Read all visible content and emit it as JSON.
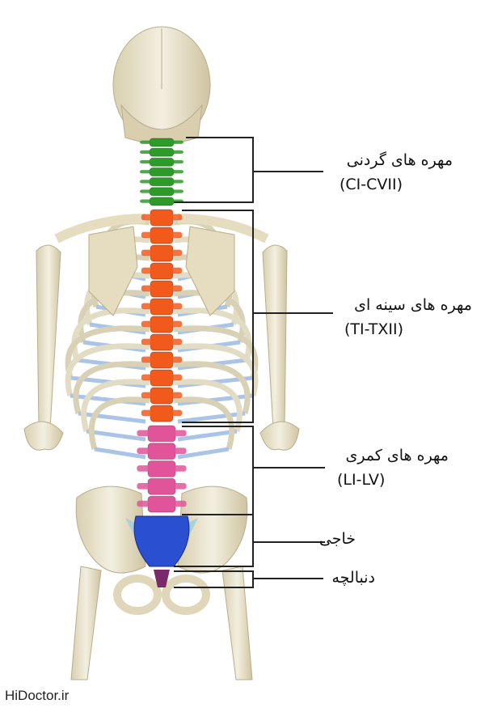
{
  "labels": {
    "cervical": {
      "name": "مهره های گردنی",
      "range": "(CI-CVII)"
    },
    "thoracic": {
      "name": "مهره های سینه ای",
      "range": "(TI-TXII)"
    },
    "lumbar": {
      "name": "مهره های کمری",
      "range": "(LI-LV)"
    },
    "sacrum": {
      "name": "خاجی"
    },
    "coccyx": {
      "name": "دنبالچه"
    }
  },
  "watermark": "HiDoctor.ir",
  "colors": {
    "cervical": "#2e9a2a",
    "thoracic": "#f25a1c",
    "lumbar": "#e0559a",
    "sacrum": "#2a4fd0",
    "coccyx": "#7a2a6a",
    "bone": "#ece6cf",
    "cartilage": "#a9c4e6"
  }
}
